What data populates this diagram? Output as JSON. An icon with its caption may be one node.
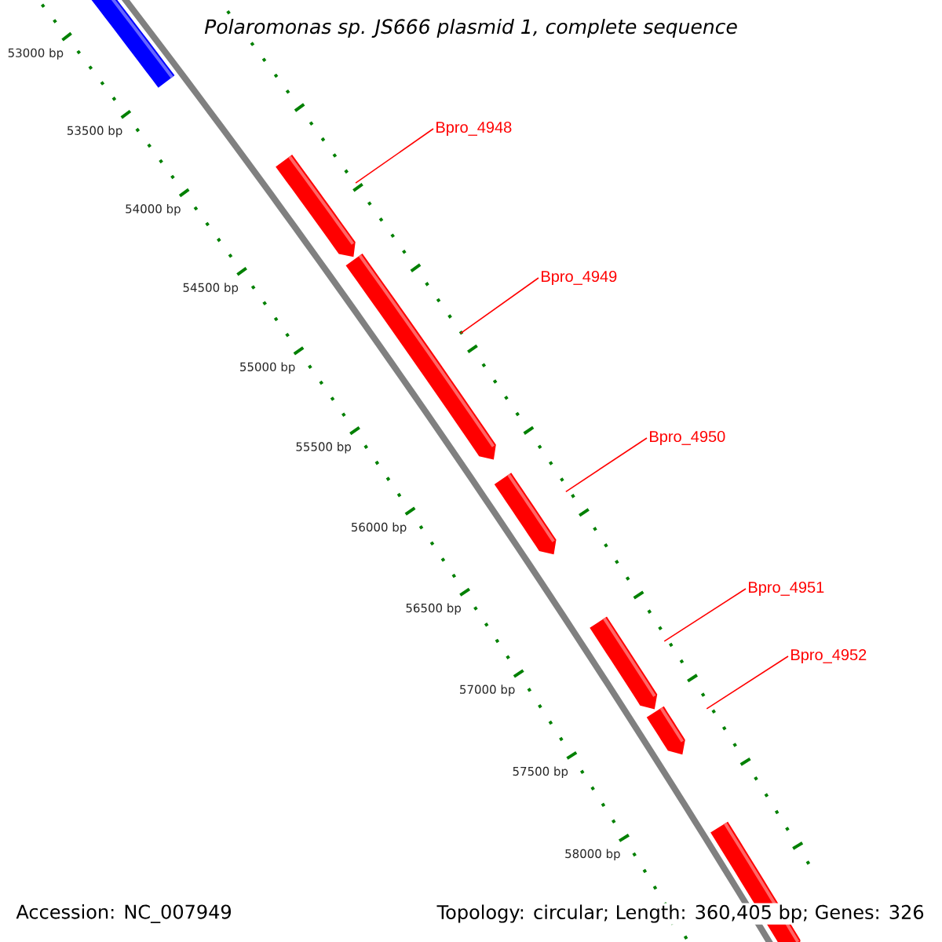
{
  "diagram": {
    "title": "Polaromonas sp. JS666 plasmid 1, complete sequence",
    "nodes": [
      {
        "text": [
          "Bpro_4948"
        ]
      },
      {
        "text": [
          "Bpro_4949"
        ]
      },
      {
        "text": [
          "Bpro_4950"
        ]
      },
      {
        "text": [
          "Bpro_4951"
        ]
      },
      {
        "text": [
          "Bpro_4952"
        ]
      },
      {
        "text": [],
        "shape": "bar"
      },
      {
        "text": [],
        "shape": "bar"
      },
      {
        "text": [],
        "shape": "bar"
      },
      {
        "text": [],
        "shape": "bar"
      },
      {
        "text": [],
        "shape": "bar"
      },
      {
        "text": [],
        "shape": "bar"
      },
      {
        "text": [],
        "shape": "bar"
      }
    ],
    "edges": [
      {
        "from": 0,
        "to": 6,
        "arrow": "none"
      },
      {
        "from": 1,
        "to": 7,
        "arrow": "none"
      },
      {
        "from": 2,
        "to": 8,
        "arrow": "none"
      },
      {
        "from": 3,
        "to": 9,
        "arrow": "none"
      },
      {
        "from": 4,
        "to": 10,
        "arrow": "none"
      }
    ],
    "labels": [
      "53000 bp",
      "53500 bp",
      "54000 bp",
      "54500 bp",
      "55000 bp",
      "55500 bp",
      "56000 bp",
      "56500 bp",
      "57000 bp",
      "57500 bp",
      "58000 bp",
      "Accession: NC_007949",
      "Topology: circular; Length: 360,405 bp; Genes: 326"
    ]
  }
}
